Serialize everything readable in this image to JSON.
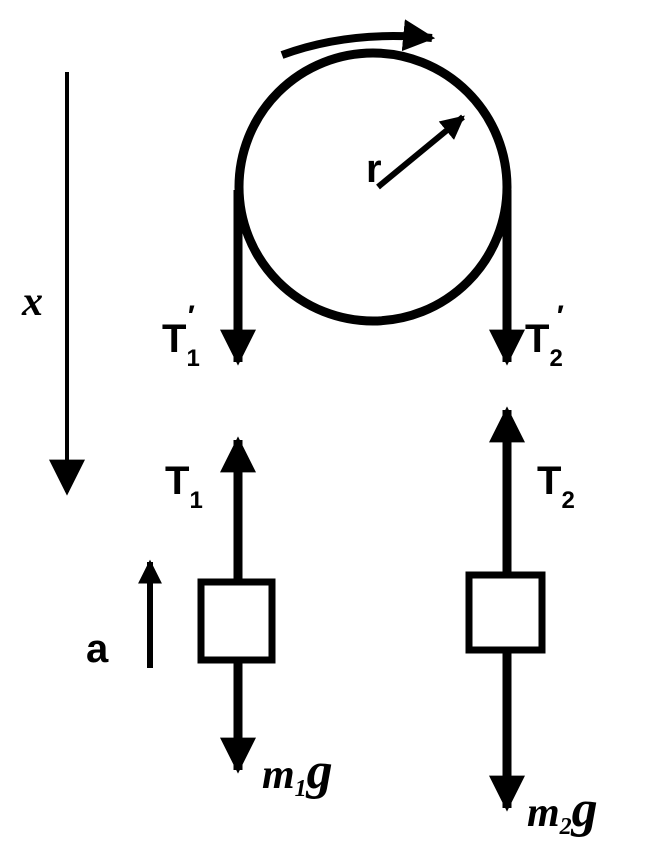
{
  "labels": {
    "x_axis": "x",
    "radius": "r",
    "accel": "a",
    "T1_prime_base": "T",
    "T1_prime_sub": "1",
    "T2_prime_base": "T",
    "T2_prime_sub": "2",
    "prime": "′",
    "T1_base": "T",
    "T1_sub": "1",
    "T2_base": "T",
    "T2_sub": "2",
    "m1g_m": "m",
    "m1g_sub": "1",
    "m1g_g": "g",
    "m2g_m": "m",
    "m2g_sub": "2",
    "m2g_g": "g"
  },
  "colors": {
    "ink": "#000000",
    "background": "#ffffff"
  }
}
